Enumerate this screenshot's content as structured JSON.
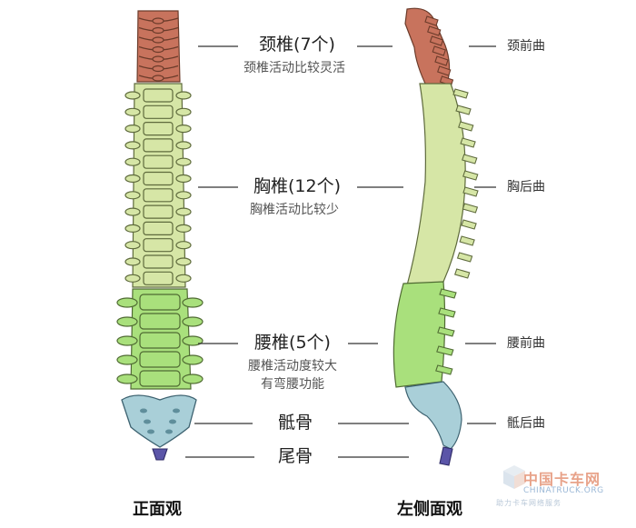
{
  "labels": {
    "cervical": {
      "title": "颈椎(7个)",
      "desc": "颈椎活动比较灵活"
    },
    "thoracic": {
      "title": "胸椎(12个)",
      "desc": "胸椎活动比较少"
    },
    "lumbar": {
      "title": "腰椎(5个)",
      "desc_line1": "腰椎活动度较大",
      "desc_line2": "有弯腰功能"
    },
    "sacrum": {
      "title": "骶骨"
    },
    "coccyx": {
      "title": "尾骨"
    }
  },
  "curves": {
    "cervical": "颈前曲",
    "thoracic": "胸后曲",
    "lumbar": "腰前曲",
    "sacral": "骶后曲"
  },
  "views": {
    "front": "正面观",
    "side": "左侧面观"
  },
  "watermark": {
    "name": "中国卡车网",
    "domain": "CHINATRUCK.ORG",
    "slogan": "助力卡车网络服务"
  },
  "colors": {
    "cervical": "#c8735d",
    "thoracic": "#d6e6a6",
    "lumbar": "#a9e07c",
    "sacrum": "#a9cfd8",
    "coccyx": "#5b55a8",
    "outline": "#4d5a3a"
  }
}
